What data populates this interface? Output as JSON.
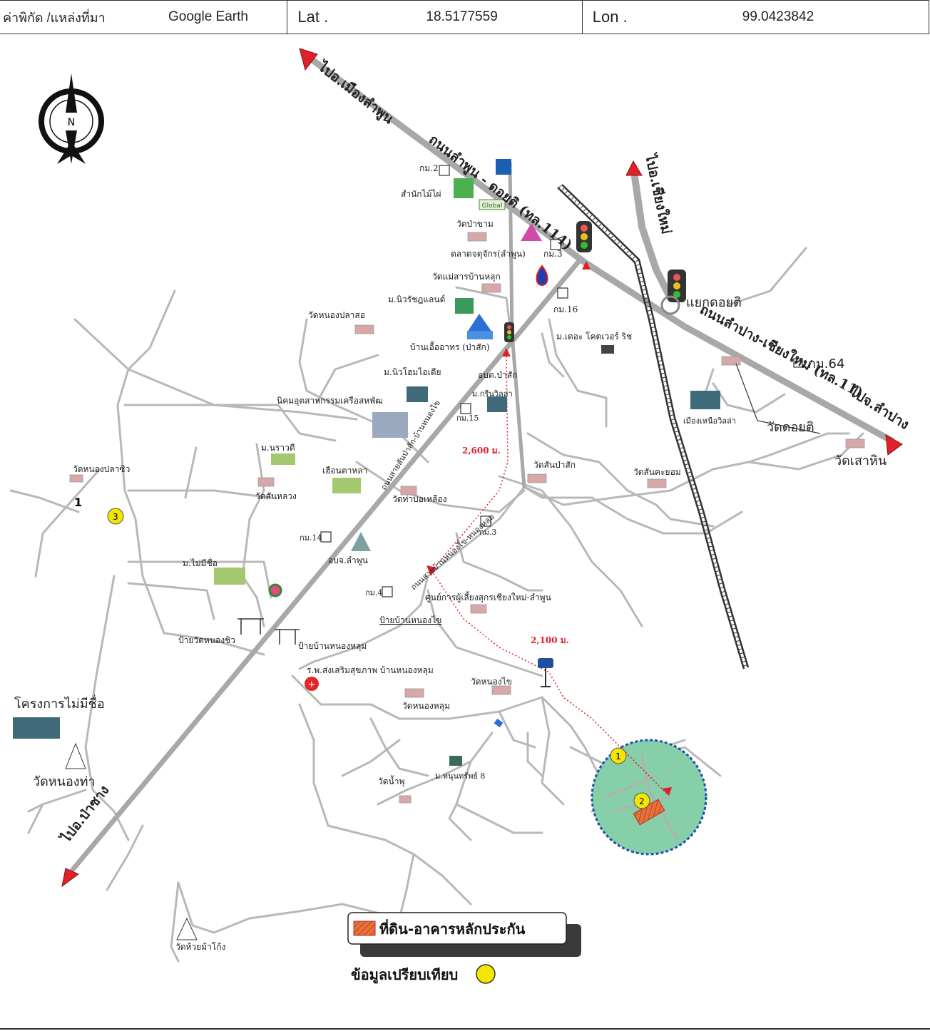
{
  "header": {
    "source_label": "ค่าพิกัด /แหล่งที่มา",
    "source_value": "Google Earth",
    "lat_label": "Lat .",
    "lat_value": "18.5177559",
    "lon_label": "Lon .",
    "lon_value": "99.0423842"
  },
  "compass": {
    "letter": "N"
  },
  "roads": {
    "to_lamphun": "ไปอ.เมืองลำพูน",
    "lamphun_doisaket_road": "ถนนลำพูน - ดอยติ (ทล.114)",
    "to_chiangmai": "ไปอ.เชียงใหม่",
    "lampang_chiangmai_road": "ถนนลำปาง-เชียงใหม่ (ทล.11)",
    "to_lampang_east": "ไปจ.ลำปาง",
    "to_pasang": "ไปอ.ป่าซาง",
    "local_road": "ถนนสายสันป่าสัก-บ้านหนองไข",
    "local_road2": "ถนนสายบ้านหนองไข-หนองหลุม"
  },
  "places": {
    "km2": "กม.2",
    "bamboo": "สำนักไม้ไผ่",
    "global": "Global",
    "wat_pakham": "วัดป่าขาม",
    "market": "ตลาดจตุจักร(ลำพูน)",
    "km3_top": "กม.3",
    "wat_maesan": "วัดแม่สารบ้านหลุก",
    "wiruch": "ม.นิวรัชฎแลนด์",
    "wat_nongplasoi": "วัดหนองปลาสอ",
    "km16": "กม.16",
    "ban_uea": "บ้านเอื้ออาทร (ป่าสัก)",
    "doiti_junction": "แยกดอยติ",
    "m_kheo": "ม.เดอะ โคตเวอร์ ริช",
    "km64": "กม.64",
    "m_niwhom": "ม.นิวโฮมไอเดีย",
    "obt_pasak": "อบต.ป่าสัก",
    "m_green": "ม.กรีนวิลล่า",
    "industrial": "นิคมอุตสาหกรรมเครือสหพัฒ",
    "km15": "กม.15",
    "muang_nuea": "เมืองเหนือวิลล่า",
    "wat_doiti": "วัดดอยติ",
    "wat_saohin": "วัดเสาหิน",
    "m_nrawadee": "ม.นราวดี",
    "wat_nongplasiw": "วัดหนองปลาซิว",
    "ruean": "เฮือนตาหลา",
    "wat_sanpasak": "วัดสันป่าสัก",
    "wat_sankayom": "วัดสันคะยอม",
    "wat_sanluang": "วัดสันหลวง",
    "wat_borlueang": "วัดท่าบ่อเหลือง",
    "km3_mid": "กม.3",
    "km14": "กม.14",
    "obj_lamphun": "อบจ.ลำพูน",
    "m_maimeesue": "ม.ไม่มีชื่อ",
    "km4": "กม.4",
    "swine": "ศูนย์การผู้เลี้ยงสุกรเชียงใหม่-ลำพูน",
    "sign_nongkhai": "ป้ายบ้านหนองไข",
    "sign_nongchiw": "ป้ายวัดหนองชิว",
    "sign_nonglum": "ป้ายบ้านหนองหลุม",
    "hospital": "ร.พ.ส่งเสริมสุขภาพ บ้านหนองหลุม",
    "wat_nongkhai": "วัดหนองไข",
    "wat_nonglum": "วัดหนองหลุม",
    "project_noname": "โครงการไม่มีชื่อ",
    "wat_nongtha": "วัดหนองท่า",
    "wat_namphu": "วัดน้ำพุ",
    "m_noontrap": "ม.หนุนทรัพย์ 8",
    "wat_huaimakong": "วัดห้วยม้าโก้ง"
  },
  "distances": {
    "d1": "2,600 ม.",
    "d2": "2,100 ม."
  },
  "markers": {
    "m1": "1",
    "m2": "2",
    "m3": "3",
    "left1": "1"
  },
  "legend": {
    "collateral": "ที่ดิน-อาคารหลักประกัน",
    "comparison": "ข้อมูลเปรียบเทียบ"
  },
  "colors": {
    "main_road": "#a8a8a8",
    "local_road": "#bdbdbd",
    "route": "#e0202a",
    "subject_area": "#86cfa9",
    "subject_border": "#1b4fb0",
    "collateral": "#e8703a",
    "comparison": "#f5e600",
    "arrow": "#e0202a"
  }
}
